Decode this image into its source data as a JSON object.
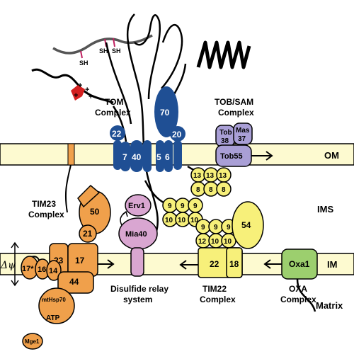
{
  "membranes": {
    "outer_label": "OM",
    "ims_label": "IMS",
    "inner_label": "IM",
    "matrix_label": "Matrix",
    "potential_symbol": "Δψ"
  },
  "tom": {
    "title_line1": "TOM",
    "title_line2": "Complex",
    "subunits": [
      "70",
      "22",
      "20",
      "7",
      "40",
      "5",
      "6"
    ]
  },
  "tob_sam": {
    "title_line1": "TOB/SAM",
    "title_line2": "Complex",
    "tob38_line1": "Tob",
    "tob38_line2": "38",
    "mas37_line1": "Mas",
    "mas37_line2": "37",
    "tob55": "Tob55"
  },
  "small_tims": {
    "tim13_top": [
      "13",
      "13",
      "13"
    ],
    "tim8_bottom": [
      "8",
      "8",
      "8"
    ],
    "tim9_top": [
      "9",
      "9",
      "9"
    ],
    "tim10_bottom": [
      "10",
      "10",
      "10"
    ],
    "tim22_9_top": [
      "9",
      "9",
      "9"
    ],
    "tim22_10_bottom": [
      "12",
      "10",
      "10"
    ]
  },
  "tim23": {
    "title_line1": "TIM23",
    "title_line2": "Complex",
    "subunits": [
      "50",
      "21",
      "23",
      "17",
      "17*",
      "16",
      "14",
      "44"
    ],
    "mthsp70": "mtHsp70",
    "atp": "ATP",
    "mge1": "Mge1"
  },
  "mia": {
    "erv1": "Erv1",
    "mia40": "Mia40",
    "caption_line1": "Disulfide relay",
    "caption_line2": "system"
  },
  "tim22": {
    "title_line1": "TIM22",
    "title_line2": "Complex",
    "subunits": [
      "54",
      "22",
      "18"
    ]
  },
  "oxa": {
    "title_line1": "OXA",
    "title_line2": "Complex",
    "oxa1": "Oxa1"
  },
  "precursor": {
    "sh_labels": [
      "SH",
      "SH",
      "SH"
    ],
    "charges": [
      "+",
      "+",
      "+",
      "+"
    ]
  },
  "colors": {
    "membrane": "#fdfad0",
    "tom_blue": "#1f4f94",
    "tob_purple": "#a99fd6",
    "tim_yellow": "#f7f07a",
    "tim23_orange": "#f0a04b",
    "mia_pink": "#d9a6d1",
    "oxa_green": "#9ccf6e",
    "charge_red": "#d42020"
  }
}
